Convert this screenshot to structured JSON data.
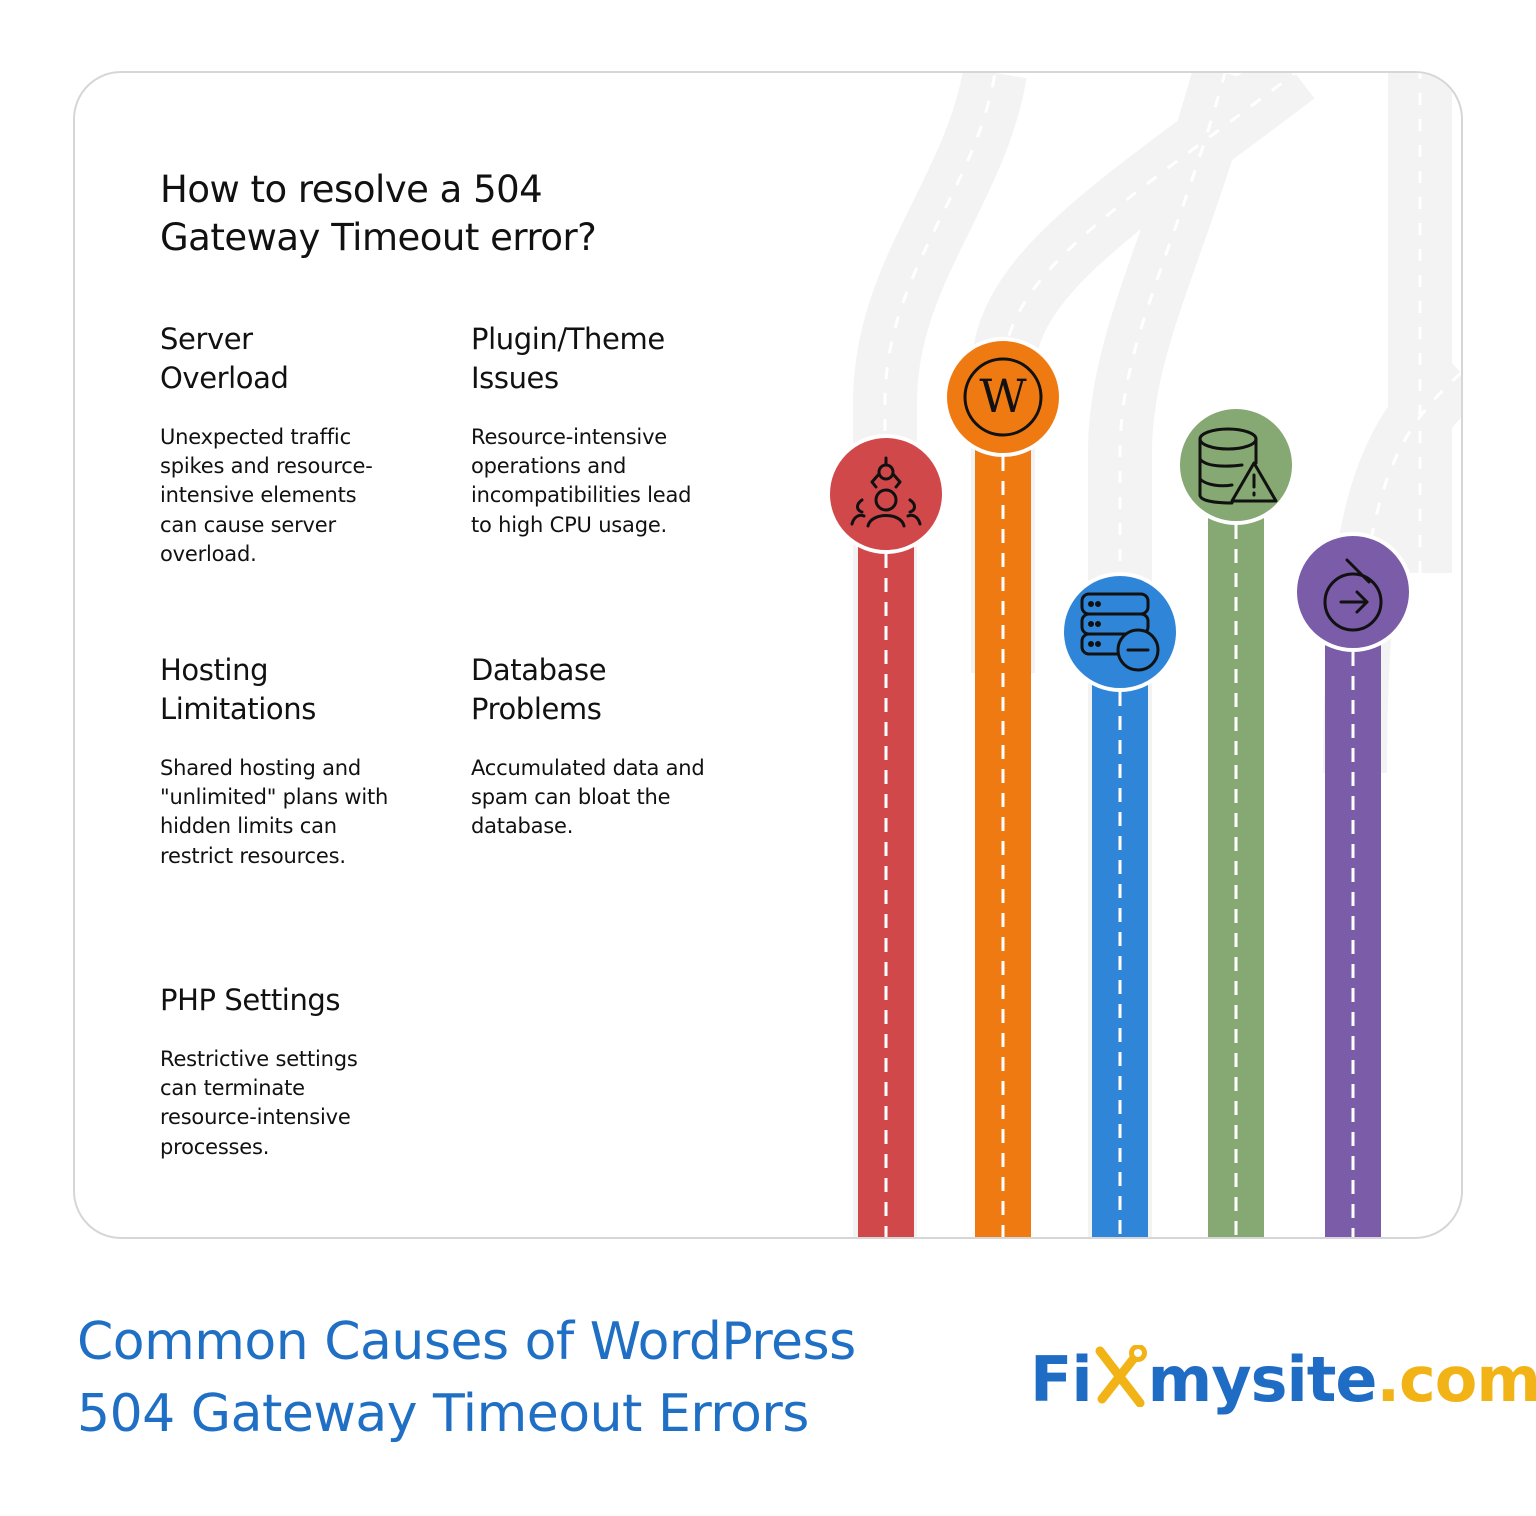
{
  "heading": "How to resolve a 504 Gateway Timeout error?",
  "items": [
    {
      "title": "Server Overload",
      "body": "Unexpected traffic spikes and resource-intensive elements can cause server overload.",
      "color": "#d0484a",
      "icon": "people-network-icon"
    },
    {
      "title": "Plugin/Theme Issues",
      "body": "Resource-intensive operations and incompatibilities lead to high CPU usage.",
      "color": "#f07a12",
      "icon": "wordpress-icon"
    },
    {
      "title": "Hosting Limitations",
      "body": "Shared hosting and \"unlimited\" plans with hidden limits can restrict resources.",
      "color": "#2f86d9",
      "icon": "server-minus-icon"
    },
    {
      "title": "Database Problems",
      "body": "Accumulated data and spam can bloat the database.",
      "color": "#86a873",
      "icon": "database-warning-icon"
    },
    {
      "title": "PHP Settings",
      "body": "Restrictive settings can terminate resource-intensive processes.",
      "color": "#7a5ca8",
      "icon": "arrow-circle-icon"
    }
  ],
  "footer": {
    "title_line1": "Common Causes of WordPress",
    "title_line2": "504 Gateway Timeout Errors"
  },
  "logo": {
    "part1": "Fi",
    "part2": "mysite",
    "part3": ".com",
    "blue": "#1f6cc4",
    "yellow": "#f2b316"
  }
}
